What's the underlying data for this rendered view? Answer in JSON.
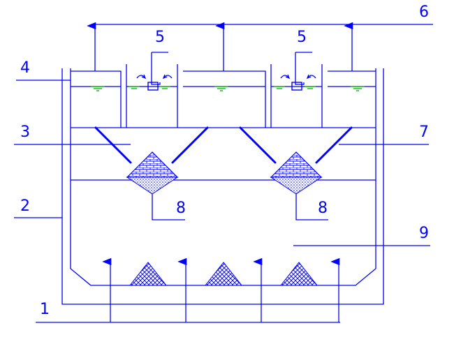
{
  "labels": {
    "n1": "1",
    "n2": "2",
    "n3": "3",
    "n4": "4",
    "n5a": "5",
    "n5b": "5",
    "n6": "6",
    "n7": "7",
    "n8a": "8",
    "n8b": "8",
    "n9": "9"
  },
  "colors": {
    "line": "#0000ff",
    "water": "#22bb22",
    "background": "#ffffff"
  },
  "icons": {
    "arrow": "up-arrow-icon",
    "water_level": "water-level-icon",
    "diffuser": "aerator-icon",
    "packing": "packing-pile-icon"
  }
}
